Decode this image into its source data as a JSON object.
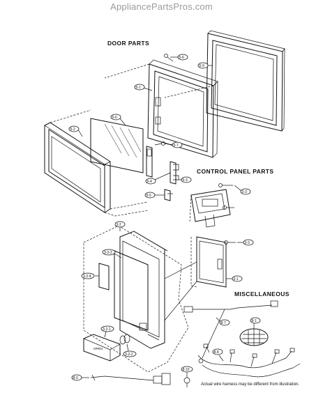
{
  "watermark": "AppliancePartsPros.com",
  "sections": {
    "door": "DOOR PARTS",
    "control_panel": "CONTROL PANEL PARTS",
    "misc": "MISCELLANEOUS"
  },
  "note": "Actual wire harness may be different from illustration.",
  "callouts": {
    "door_screw": "5-6",
    "door_seal_frame": "5-9",
    "door_frame": "5-1",
    "door_glass": "5-6",
    "door_outer": "5-2",
    "door_screw2": "5-7",
    "latch": "5-3",
    "latch_spring": "5-4",
    "latch_lever": "5-5",
    "cp_screw1": "3-3",
    "cp_screw2": "3-3",
    "cp_board": "3-1",
    "cp_assembly": "3-2",
    "cp_sheet": "3-2-3",
    "cp_window": "3-2-4",
    "cp_spring": "3-2-1",
    "cp_knob": "3-2-2",
    "thermistor": "8-7",
    "cover": "8-1",
    "harness": "8-8",
    "power_cord": "8-9",
    "tie": "8-10"
  },
  "button_label": "OPEN"
}
